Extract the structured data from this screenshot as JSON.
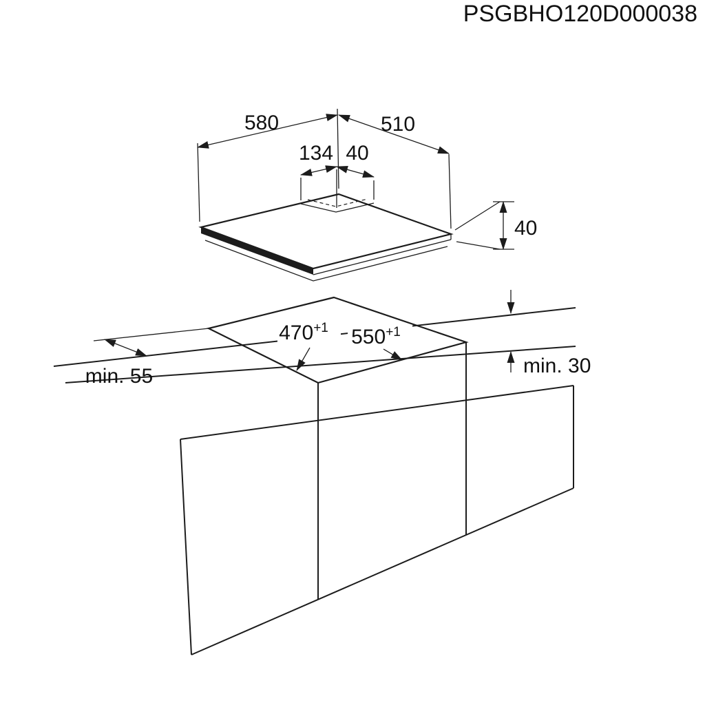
{
  "title": "PSGBHO120D000038",
  "diagram": {
    "hob": {
      "width_label": "580",
      "depth_label": "510",
      "conn_a_label": "134",
      "conn_b_label": "40",
      "height_label": "40"
    },
    "worktop": {
      "cutout_depth": "470",
      "cutout_depth_tol": "+1",
      "cutout_width": "550",
      "cutout_width_tol": "+1",
      "front_distance": "min. 55",
      "thickness": "min. 30"
    }
  }
}
